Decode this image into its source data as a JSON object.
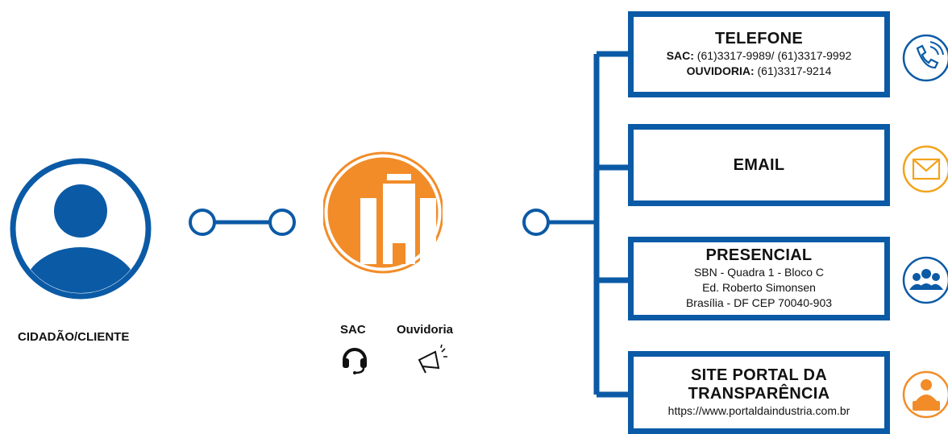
{
  "person": {
    "label": "CIDADÃO/CLIENTE"
  },
  "organization": {
    "channels": [
      {
        "label": "SAC",
        "icon": "headset-icon"
      },
      {
        "label": "Ouvidoria",
        "icon": "megaphone-icon"
      }
    ]
  },
  "contacts": [
    {
      "title": "TELEFONE",
      "lines": [
        {
          "bold": "SAC:",
          "text": " (61)3317-9989/ (61)3317-9992"
        },
        {
          "bold": "OUVIDORIA:",
          "text": " (61)3317-9214"
        }
      ],
      "icon": "phone-icon"
    },
    {
      "title": "EMAIL",
      "lines": [],
      "icon": "envelope-icon"
    },
    {
      "title": "PRESENCIAL",
      "lines": [
        {
          "text": "SBN - Quadra 1 - Bloco C"
        },
        {
          "text": "Ed. Roberto Simonsen"
        },
        {
          "text": "Brasília - DF CEP 70040-903"
        }
      ],
      "icon": "people-icon"
    },
    {
      "title_lines": [
        "SITE PORTAL DA",
        "TRANSPARÊNCIA"
      ],
      "lines": [
        {
          "text": "https://www.portaldaindustria.com.br"
        }
      ],
      "icon": "computer-user-icon"
    }
  ],
  "colors": {
    "blue": "#0b5aa6",
    "orange": "#f28c28"
  }
}
